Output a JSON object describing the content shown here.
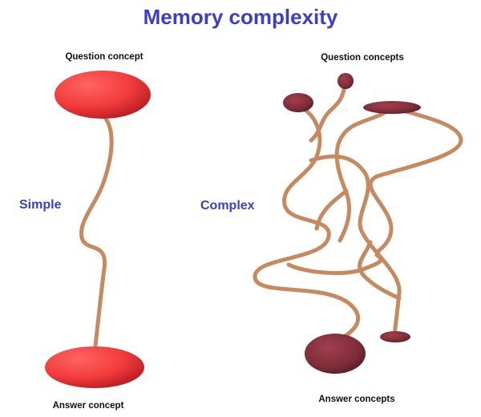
{
  "title": "Memory complexity",
  "simple": {
    "label": "Simple",
    "top_caption": "Question concept",
    "bottom_caption": "Answer concept"
  },
  "complex": {
    "label": "Complex",
    "top_caption": "Question concepts",
    "bottom_caption": "Answer concepts"
  },
  "colors": {
    "title": "#3b3fc8",
    "side_label": "#3b3fc8",
    "link": "#c68a60",
    "bright_node": "#ff4a4a",
    "bright_node_dark": "#b81d24",
    "dark_node": "#8e3442",
    "dark_node_dark": "#4a1a23"
  }
}
